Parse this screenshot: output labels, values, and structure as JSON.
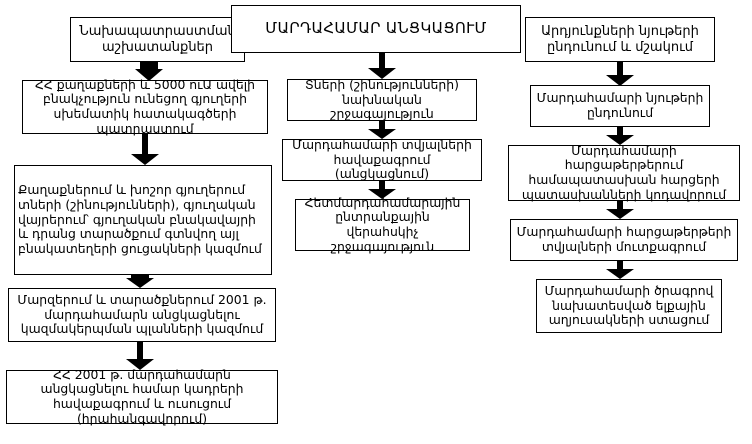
{
  "diagram": {
    "title": "ՄԱՐԴԱՀԱՄԱՐ ԱՆՑԿԱՑՈՒՄ",
    "columns": {
      "left": {
        "header": "Նախապատրաստման աշխատանքներ",
        "nodes": [
          "ՀՀ քաղաքների և 5000 ուԱ ավելի բնակչություն ունեցող գյուղերի սխեմատիկ հատակագծերի պատրաստում",
          "Քաղաքներում և խոշոր գյուղերում տների (շինությունների), գյուղական վայրերում՝ գյուղական բնակավայրի և դրանց տարածքում գտնվող այլ բնակատեղերի ցուցակների կազմում",
          "Մարզերում և տարածքներում 2001 թ. մարդահամարն անցկացնելու կազմակերպման պլանների կազմում",
          "ՀՀ 2001 թ. մարդահամարն անցկացնելու համար կադրերի հավաքագրում և ուսուցում (հրահանգավորում)"
        ]
      },
      "middle": {
        "nodes": [
          "Տների (շինությունների) նախնական շրջագայություն",
          "Մարդահամարի տվյալների հավաքագրում (անցկացնում)",
          "Հետմարդահամարային ընտրանքային վերահսկիչ շրջագայություն"
        ]
      },
      "right": {
        "header": "Արդյունքների նյութերի ընդունում և մշակում",
        "nodes": [
          "Մարդահամարի նյութերի ընդունում",
          "Մարդահամարի հարցաթերթերում համապատասխան հարցերի պատասխանների կոդավորում",
          "Մարդահամարի հարցաթերթերի տվյալների մուտքագրում",
          "Մարդահամարի ծրագրով նախատեսված ելքային աղյուսակների ստացում"
        ]
      }
    },
    "colors": {
      "stroke": "#000000",
      "background": "#ffffff",
      "text": "#000000"
    }
  }
}
